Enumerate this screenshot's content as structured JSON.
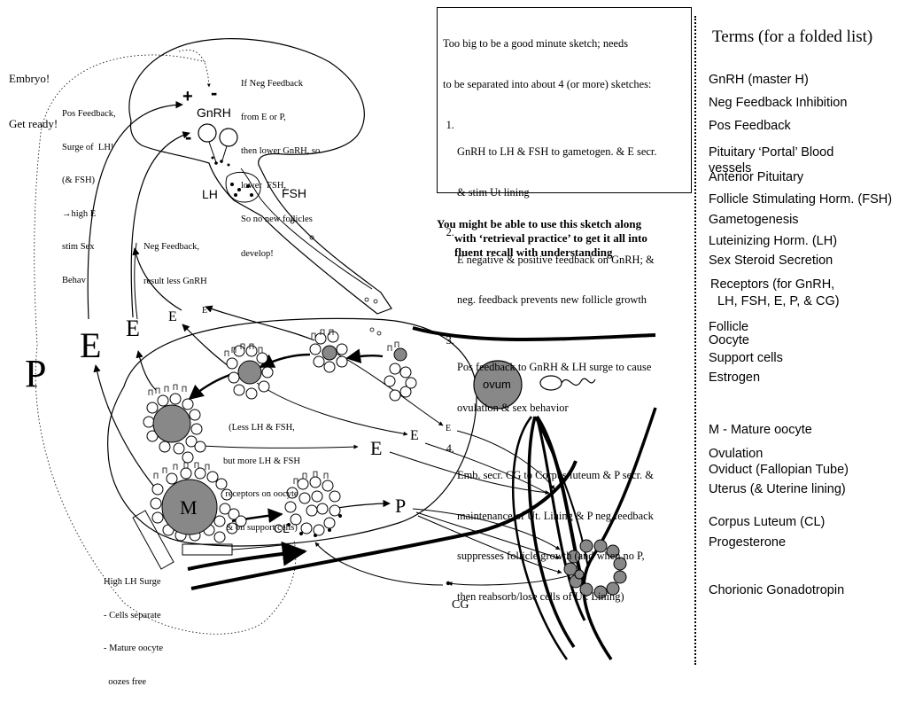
{
  "diagram": {
    "brain": {
      "gnrh": "GnRH",
      "plus": "+",
      "minus_top": "-",
      "minus_left": "-",
      "lh": "LH",
      "fsh": "FSH"
    },
    "notes": {
      "embryo": [
        "Embryo!",
        "Get ready!"
      ],
      "pos_feedback": [
        "Pos Feedback,",
        "Surge of  LH!",
        "(& FSH)",
        "→high E",
        "stim Sex",
        "Behav"
      ],
      "neg_feedback_top": [
        "If Neg Feedback",
        "from E or P,",
        "then lower GnRH, so",
        "lower  FSH,",
        "So no new follicles",
        "develop!"
      ],
      "neg_feedback_mid": [
        "Neg Feedback,",
        "result less GnRH"
      ],
      "less_lh": [
        "(Less LH & FSH,",
        "but more LH & FSH",
        "receptors on oocyte",
        "& on support cells)"
      ],
      "lh_surge": [
        "High LH Surge",
        "- Cells separate",
        "- Mature oocyte",
        "  oozes free"
      ]
    },
    "hormones": {
      "p_big": "P",
      "e_big": "E",
      "e_mid": "E",
      "e_small_1": "E",
      "e_small_2": "E",
      "e_small_3": "E",
      "e_mid_2": "E",
      "p_mid": "P",
      "cg": "CG"
    },
    "cells": {
      "mature": "M",
      "corpus_luteum": "CL",
      "ovum": "ovum"
    }
  },
  "steps_box": {
    "intro": [
      "Too big to be a good minute sketch; needs",
      "to be separated into about 4 (or more) sketches:"
    ],
    "items": [
      [
        "GnRH to LH & FSH to gametogen. & E secr.",
        "& stim Ut lining"
      ],
      [
        "E negative & positive feedback on GnRH; &",
        "neg. feedback prevents new follicle growth"
      ],
      [
        "Pos feedback to GnRH & LH surge to cause",
        "ovulation & sex behavior"
      ],
      [
        "Emb. secr. CG to Corpus luteum & P secr. &",
        "maintenance of Ut. Lining & P neg feedback",
        "suppresses follicle growth (and when no P,",
        "then reabsorb/lose cells of Ut. Lining)"
      ]
    ]
  },
  "tip": [
    "You might be able to use this sketch along",
    "with ‘retrieval practice’ to get it all into",
    "fluent recall with understanding"
  ],
  "terms": {
    "title": "Terms (for a folded list)",
    "items": [
      "GnRH (master H)",
      "Neg Feedback Inhibition",
      "Pos Feedback",
      "Pituitary ‘Portal’ Blood\nvessels",
      "Anterior Pituitary",
      "Follicle Stimulating Horm. (FSH)",
      "Gametogenesis",
      "Luteinizing Horm. (LH)",
      "Sex Steroid Secretion",
      "Receptors (for GnRH,\n  LH, FSH, E, P, & CG)",
      "Follicle",
      "Oocyte",
      "Support cells",
      "Estrogen",
      "M - Mature oocyte",
      "Ovulation",
      "Oviduct (Fallopian Tube)",
      "Uterus (& Uterine lining)",
      "Corpus Luteum (CL)",
      "Progesterone",
      "Chorionic Gonadotropin"
    ]
  }
}
